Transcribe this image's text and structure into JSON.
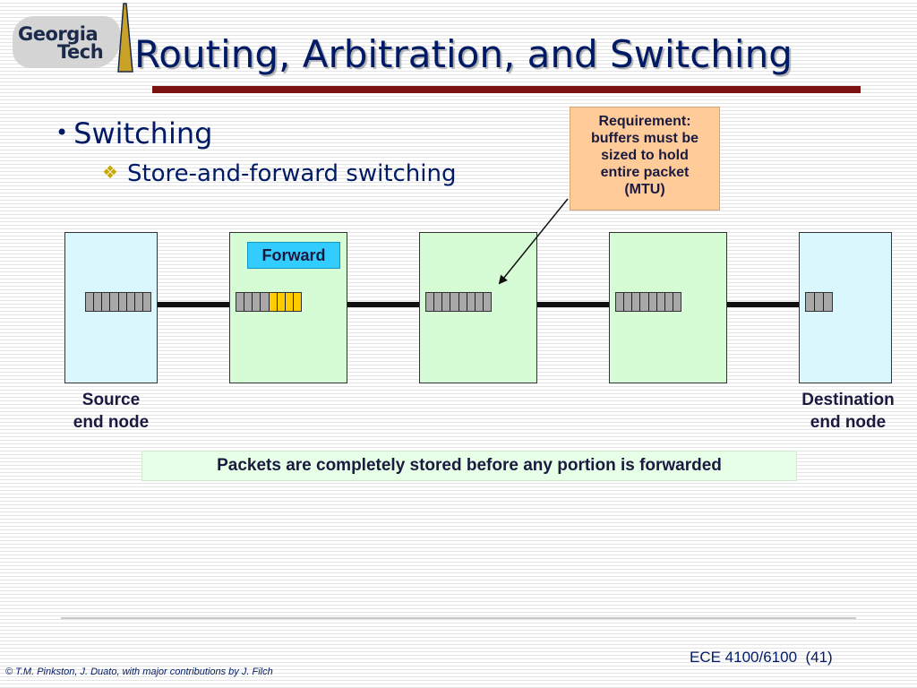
{
  "logo": {
    "line1": "Georgia",
    "line2": "Tech"
  },
  "title": "Routing, Arbitration, and Switching",
  "bullets": {
    "level1": {
      "marker": "•",
      "text": "Switching"
    },
    "level2": {
      "marker": "❖",
      "text": "Store-and-forward switching"
    }
  },
  "callout": {
    "lines": [
      "Requirement:",
      "buffers must be",
      "sized to hold",
      "entire packet",
      "(MTU)"
    ]
  },
  "diagram": {
    "forward_label": "Forward",
    "source_label": [
      "Source",
      "end node"
    ],
    "destination_label": [
      "Destination",
      "end node"
    ],
    "colors": {
      "end_node": "#d9f7fc",
      "switch": "#d6fcd6",
      "forward_badge": "#33ccff",
      "highlight_flit": "#ffcc00"
    }
  },
  "summary": "Packets are completely stored before any portion is forwarded",
  "footer": {
    "course": "ECE 4100/6100  (41)",
    "copyright": "© T.M. Pinkston, J. Duato, with major contributions by J. Filch"
  }
}
